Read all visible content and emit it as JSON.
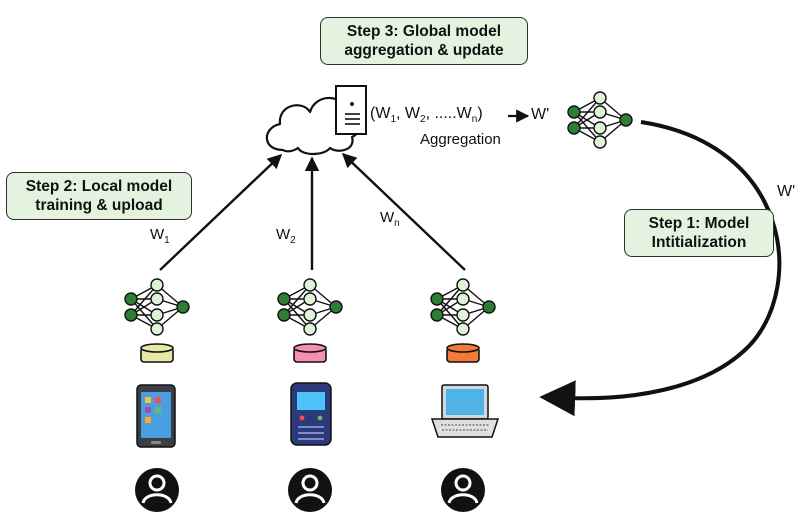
{
  "steps": {
    "step3": {
      "line1": "Step 3: Global model",
      "line2": "aggregation & update"
    },
    "step2": {
      "line1": "Step 2: Local model",
      "line2": "training & upload"
    },
    "step1": {
      "line1": "Step 1: Model",
      "line2": "Intitialization"
    }
  },
  "aggregation": {
    "formula": {
      "open": "(W",
      "s1": "1",
      "m1": ", W",
      "s2": "2",
      "m2": ", .....W",
      "sn": "n",
      "close": ")"
    },
    "result": "W'",
    "caption": "Aggregation"
  },
  "broadcast_label": "W'",
  "clients": [
    {
      "weight": "W",
      "sub": "1",
      "device": "smartphone",
      "db_color": "#e6e9a6"
    },
    {
      "weight": "W",
      "sub": "2",
      "device": "handheld",
      "db_color": "#f58fae"
    },
    {
      "weight": "W",
      "sub": "n",
      "device": "laptop",
      "db_color": "#f47a3c"
    }
  ],
  "colors": {
    "node_dark": "#2e7d32",
    "node_light": "#dff3d8",
    "box_fill": "#e3f3df"
  }
}
